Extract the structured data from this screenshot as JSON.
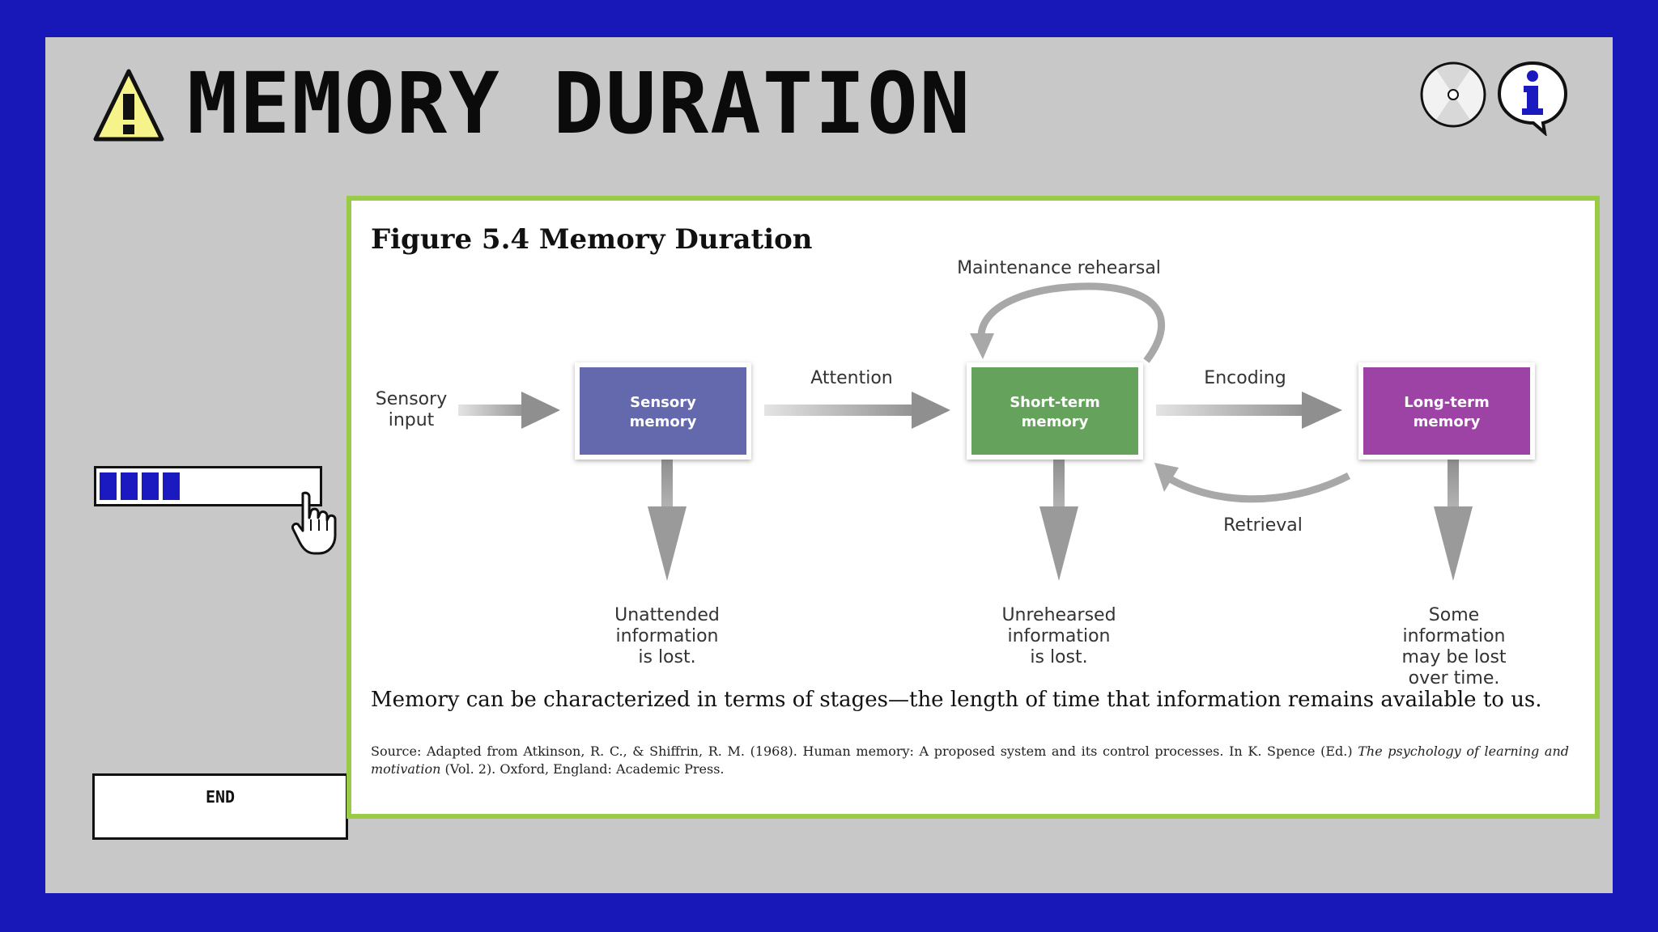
{
  "header": {
    "title": "MEMORY DURATION"
  },
  "icons": {
    "warning": "warning-icon",
    "disc": "cd-icon",
    "info": "info-icon",
    "cursor": "hand-cursor-icon"
  },
  "progress": {
    "segments_filled": 4
  },
  "end_button": {
    "label": "END"
  },
  "figure": {
    "title": "Figure 5.4 Memory Duration",
    "boxes": [
      {
        "id": "sensory",
        "lines": [
          "Sensory",
          "memory"
        ],
        "color": "#6468ac"
      },
      {
        "id": "short",
        "lines": [
          "Short-term",
          "memory"
        ],
        "color": "#65a35c"
      },
      {
        "id": "long",
        "lines": [
          "Long-term",
          "memory"
        ],
        "color": "#9e43a6"
      }
    ],
    "input_label": [
      "Sensory",
      "input"
    ],
    "arrow_labels": {
      "attention": "Attention",
      "encoding": "Encoding",
      "retrieval": "Retrieval",
      "rehearsal": "Maintenance rehearsal"
    },
    "loss_labels": [
      [
        "Unattended",
        "information",
        "is lost."
      ],
      [
        "Unrehearsed",
        "information",
        "is lost."
      ],
      [
        "Some",
        "information",
        "may be lost",
        "over time."
      ]
    ],
    "caption": "Memory can be characterized in terms of stages—the length of time that information remains available to us.",
    "source_prefix": "Source: Adapted from Atkinson, R.   C., & Shiffrin, R. M. (1968). Human memory: A proposed system and its control processes. In K. Spence (Ed.) ",
    "source_italic": "The psychology of learning and motivation",
    "source_suffix": " (Vol. 2). Oxford, England: Academic Press."
  },
  "colors": {
    "background": "#1818b8",
    "panel": "#c8c8c8",
    "figure_border": "#9acb46",
    "progress": "#1a1ac0"
  }
}
